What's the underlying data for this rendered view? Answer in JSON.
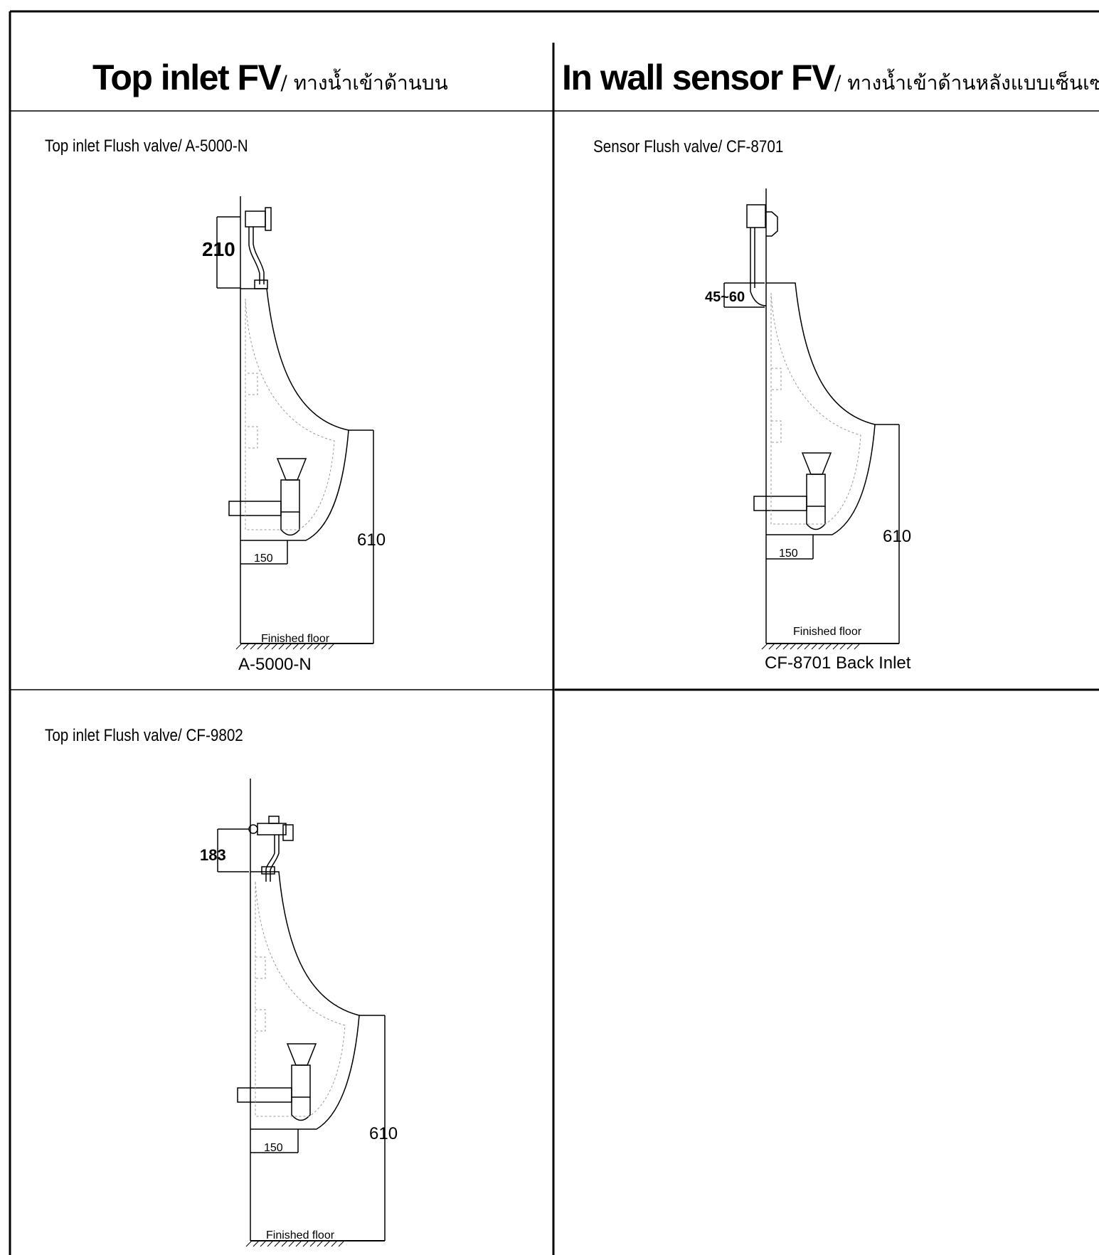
{
  "headers": {
    "left": {
      "title": "Top inlet FV",
      "thai": "/ ทางน้ำเข้าด้านบน"
    },
    "right": {
      "title": "In wall sensor FV",
      "thai": "/ ทางน้ำเข้าด้านหลังแบบเซ็นเซอร์"
    }
  },
  "panels": {
    "top_left": {
      "subtitle": "Top inlet Flush valve/ A-5000-N",
      "dim_inlet": "210",
      "dim_height": "610",
      "dim_outlet": "150",
      "floor_label": "Finished floor",
      "caption": "A-5000-N"
    },
    "top_right": {
      "subtitle": "Sensor Flush valve/ CF-8701",
      "dim_inlet": "45~60",
      "dim_height": "610",
      "dim_outlet": "150",
      "floor_label": "Finished floor",
      "caption": "CF-8701 Back Inlet"
    },
    "bottom_left": {
      "subtitle": "Top inlet Flush valve/ CF-9802",
      "dim_inlet": "183",
      "dim_height": "610",
      "dim_outlet": "150",
      "floor_label": "Finished floor"
    }
  }
}
